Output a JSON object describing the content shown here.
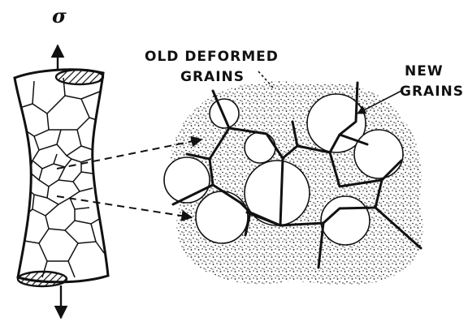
{
  "labels": {
    "stress": "σ",
    "old_deformed_line1": "OLD DEFORMED",
    "old_deformed_line2": "GRAINS",
    "new_grains_line1": "NEW",
    "new_grains_line2": "GRAINS"
  },
  "colors": {
    "ink": "#111111",
    "paper": "#ffffff"
  }
}
